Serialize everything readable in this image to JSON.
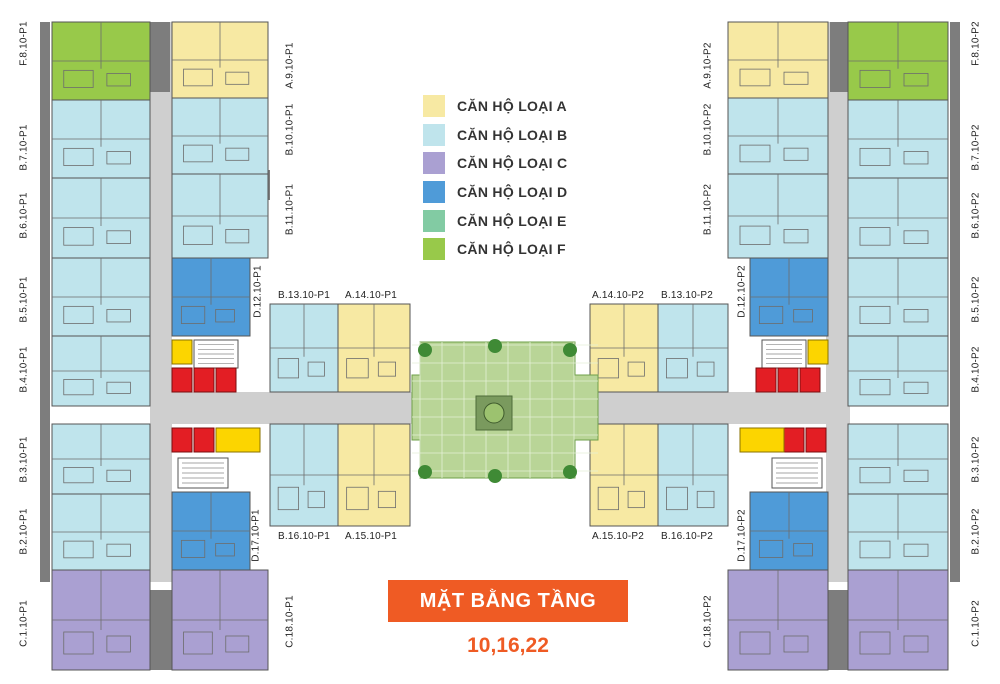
{
  "legend": [
    {
      "label": "CĂN HỘ LOẠI A",
      "color": "#f7e9a3"
    },
    {
      "label": "CĂN HỘ LOẠI B",
      "color": "#bfe4ec"
    },
    {
      "label": "CĂN HỘ LOẠI C",
      "color": "#aaa0d2"
    },
    {
      "label": "CĂN HỘ LOẠI D",
      "color": "#4f9bd8"
    },
    {
      "label": "CĂN HỘ LOẠI E",
      "color": "#82cba3"
    },
    {
      "label": "CĂN HỘ LOẠI F",
      "color": "#98c94a"
    }
  ],
  "title": "MẶT BẰNG TẦNG",
  "floors": "10,16,22",
  "colors": {
    "accent": "#ef5b24",
    "garden": "#b9d597",
    "stair_red": "#e31e24",
    "stair_yellow": "#fcd500",
    "wall": "#7d7d7d",
    "corridor": "#cfcfcf"
  },
  "units": {
    "f8_p1": {
      "label": "F.8.10-P1",
      "type": "F"
    },
    "a9_p1": {
      "label": "A.9.10-P1",
      "type": "A"
    },
    "b7_p1": {
      "label": "B.7.10-P1",
      "type": "B"
    },
    "b10_p1": {
      "label": "B.10.10-P1",
      "type": "B"
    },
    "b6_p1": {
      "label": "B.6.10-P1",
      "type": "B"
    },
    "b11_p1": {
      "label": "B.11.10-P1",
      "type": "B"
    },
    "b5_p1": {
      "label": "B.5.10-P1",
      "type": "B"
    },
    "d12_p1": {
      "label": "D.12.10-P1",
      "type": "D"
    },
    "b4_p1": {
      "label": "B.4.10-P1",
      "type": "B"
    },
    "b13_p1": {
      "label": "B.13.10-P1",
      "type": "B"
    },
    "a14_p1": {
      "label": "A.14.10-P1",
      "type": "A"
    },
    "b3_p1": {
      "label": "B.3.10-P1",
      "type": "B"
    },
    "b16_p1": {
      "label": "B.16.10-P1",
      "type": "B"
    },
    "a15_p1": {
      "label": "A.15.10-P1",
      "type": "A"
    },
    "b2_p1": {
      "label": "B.2.10-P1",
      "type": "B"
    },
    "d17_p1": {
      "label": "D.17.10-P1",
      "type": "D"
    },
    "c1_p1": {
      "label": "C.1.10-P1",
      "type": "C"
    },
    "c18_p1": {
      "label": "C.18.10-P1",
      "type": "C"
    },
    "f8_p2": {
      "label": "F.8.10-P2",
      "type": "F"
    },
    "a9_p2": {
      "label": "A.9.10-P2",
      "type": "A"
    },
    "b7_p2": {
      "label": "B.7.10-P2",
      "type": "B"
    },
    "b10_p2": {
      "label": "B.10.10-P2",
      "type": "B"
    },
    "b6_p2": {
      "label": "B.6.10-P2",
      "type": "B"
    },
    "b11_p2": {
      "label": "B.11.10-P2",
      "type": "B"
    },
    "b5_p2": {
      "label": "B.5.10-P2",
      "type": "B"
    },
    "d12_p2": {
      "label": "D.12.10-P2",
      "type": "D"
    },
    "b4_p2": {
      "label": "B.4.10-P2",
      "type": "B"
    },
    "a14_p2": {
      "label": "A.14.10-P2",
      "type": "A"
    },
    "b13_p2": {
      "label": "B.13.10-P2",
      "type": "B"
    },
    "b3_p2": {
      "label": "B.3.10-P2",
      "type": "B"
    },
    "a15_p2": {
      "label": "A.15.10-P2",
      "type": "A"
    },
    "b16_p2": {
      "label": "B.16.10-P2",
      "type": "B"
    },
    "b2_p2": {
      "label": "B.2.10-P2",
      "type": "B"
    },
    "d17_p2": {
      "label": "D.17.10-P2",
      "type": "D"
    },
    "c18_p2": {
      "label": "C.18.10-P2",
      "type": "C"
    },
    "c1_p2": {
      "label": "C.1.10-P2",
      "type": "C"
    }
  }
}
